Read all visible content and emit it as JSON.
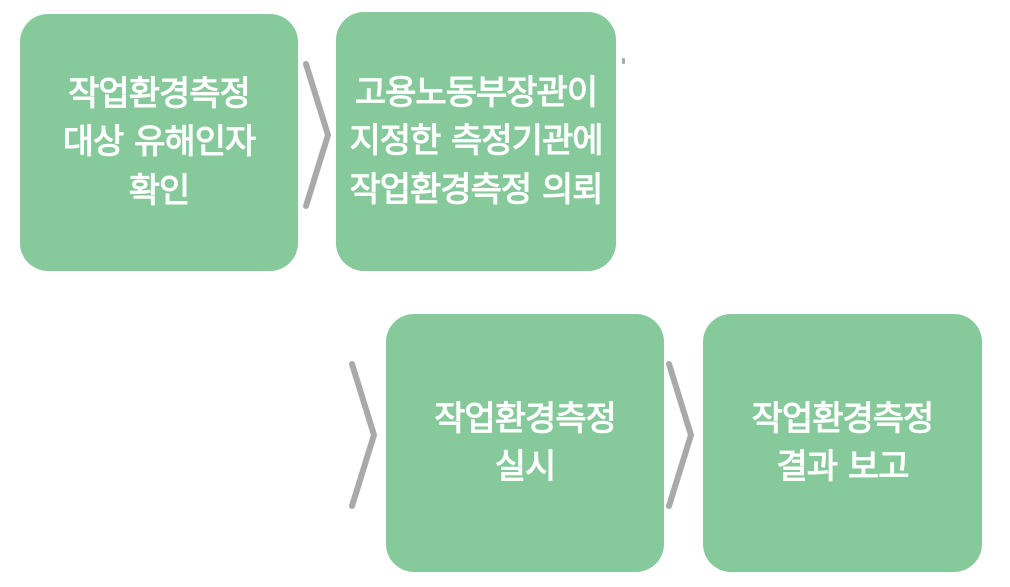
{
  "colors": {
    "box": "#86c99a",
    "text": "#ffffff",
    "arrow": "#a9a9a9"
  },
  "steps": [
    {
      "text": "작업환경측정\n대상 유해인자\n확인"
    },
    {
      "text": "고용노동부장관이\n지정한 측정기관에\n작업환경측정 의뢰"
    },
    {
      "text": "작업환경측정\n실시"
    },
    {
      "text": "작업환경측정\n결과 보고"
    }
  ],
  "arrows": [
    {
      "icon": "chevron-right-icon"
    },
    {
      "icon": "chevron-right-icon"
    },
    {
      "icon": "chevron-right-icon"
    }
  ]
}
